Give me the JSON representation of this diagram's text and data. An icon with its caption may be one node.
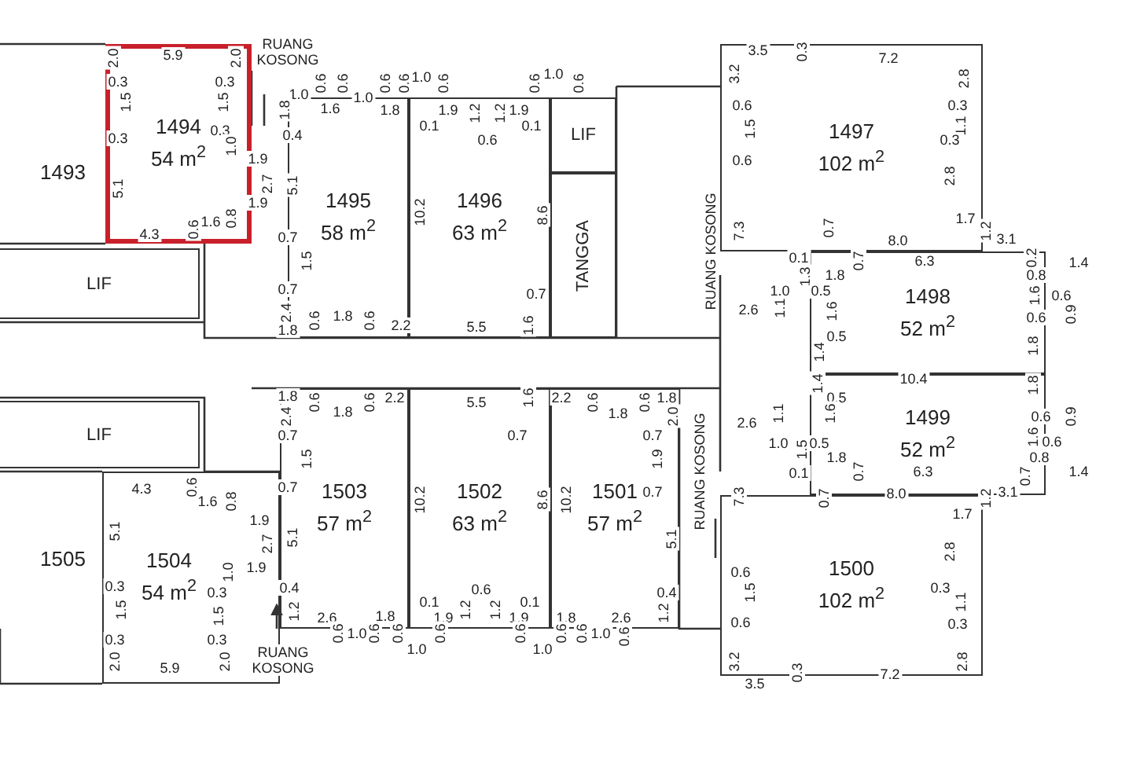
{
  "diagram": {
    "nodes": [
      {
        "text": [
          "1494",
          "54 m$^{2}$"
        ]
      },
      {
        "text": [
          "1495",
          "58 m$^{2}$"
        ]
      },
      {
        "text": [
          "1496",
          "63 m$^{2}$"
        ]
      },
      {
        "text": [
          "LIF"
        ]
      },
      {
        "text": [
          "TANGGA"
        ]
      },
      {
        "text": [
          "1497",
          "102 m$^{2}$"
        ]
      },
      {
        "text": [
          "1498",
          "52 m$^{2}$"
        ]
      },
      {
        "text": [
          "1499",
          "52 m$^{2}$"
        ]
      },
      {
        "text": [
          "1500",
          "102 m$^{2}$"
        ]
      },
      {
        "text": [
          "1503",
          "57 m$^{2}$"
        ]
      },
      {
        "text": [
          "1502",
          "63 m$^{2}$"
        ]
      },
      {
        "text": [
          "1501",
          "57 m$^{2}$"
        ]
      },
      {
        "text": [
          "1504",
          "54 m$^{2}$"
        ]
      },
      {
        "text": [
          "LIF"
        ]
      },
      {
        "text": [
          "LIF"
        ]
      }
    ],
    "edges": [],
    "labels": [
      "RUANG KOSONG",
      "5.9",
      "2.0",
      "2.0",
      "0.3",
      "1.5",
      "0.3",
      "0.3",
      "1.5",
      "0.3",
      "1.0",
      "0.4",
      "1.9",
      "2.7",
      "5.1",
      "1.9",
      "5.1",
      "1493",
      "4.3",
      "0.6",
      "1.6",
      "0.8",
      "1.0",
      "1.8",
      "1.6",
      "0.6",
      "0.6",
      "1.0",
      "0.6",
      "0.6",
      "1.0",
      "0.6",
      "1.8",
      "1.9",
      "0.1",
      "1.2",
      "0.6",
      "1.2",
      "1.9",
      "0.6",
      "0.1",
      "1.0",
      "0.6",
      "0.7",
      "1.5",
      "0.7",
      "10.2",
      "8.6",
      "RUANG KOSONG",
      "2.4",
      "1.8",
      "0.6",
      "1.8",
      "0.6",
      "2.2",
      "5.5",
      "0.7",
      "1.6",
      "3.5",
      "0.3",
      "7.2",
      "3.2",
      "2.8",
      "0.6",
      "1.5",
      "0.3",
      "1.1",
      "0.6",
      "0.3",
      "2.8",
      "7.3",
      "0.7",
      "1.7",
      "8.0",
      "1.2",
      "3.1",
      "0.1",
      "0.7",
      "6.3",
      "0.2",
      "1.4",
      "1.8",
      "1.3",
      "0.8",
      "1.0",
      "0.5",
      "1.1",
      "1.6",
      "1.6",
      "0.6",
      "0.9",
      "0.6",
      "2.6",
      "0.5",
      "1.4",
      "1.8",
      "10.4",
      "1.4",
      "1.8",
      "0.5",
      "2.6",
      "1.1",
      "1.6",
      "0.6",
      "0.9",
      "1.0",
      "0.5",
      "1.6",
      "0.6",
      "1.5",
      "1.8",
      "0.8",
      "0.1",
      "0.7",
      "6.3",
      "0.7",
      "1.4",
      "7.3",
      "0.7",
      "8.0",
      "1.2",
      "3.1",
      "1.7",
      "2.8",
      "0.6",
      "1.5",
      "0.3",
      "1.1",
      "0.6",
      "0.3",
      "3.2",
      "2.8",
      "0.3",
      "7.2",
      "3.5",
      "RUANG KOSONG",
      "1.8",
      "0.6",
      "1.8",
      "0.6",
      "2.4",
      "0.7",
      "1.5",
      "4.3",
      "0.6",
      "1.6",
      "0.8",
      "0.7",
      "1.9",
      "5.1",
      "2.7",
      "5.1",
      "1505",
      "1.0",
      "1.9",
      "0.3",
      "1.5",
      "0.4",
      "1.2",
      "0.3",
      "1.5",
      "2.6",
      "0.6",
      "1.0",
      "0.3",
      "0.3",
      "2.0",
      "5.9",
      "2.0",
      "RUANG KOSONG",
      "2.2",
      "5.5",
      "1.6",
      "2.2",
      "0.6",
      "0.6",
      "1.8",
      "1.8",
      "2.0",
      "0.7",
      "0.7",
      "1.9",
      "0.7",
      "10.2",
      "8.6",
      "10.2",
      "5.1",
      "0.1",
      "0.6",
      "0.1",
      "0.4",
      "1.8",
      "1.9",
      "1.2",
      "1.2",
      "1.9",
      "1.8",
      "2.6",
      "1.2",
      "0.6",
      "0.6",
      "1.0",
      "0.6",
      "0.6",
      "1.0",
      "0.6",
      "0.6",
      "1.0",
      "0.6"
    ]
  }
}
